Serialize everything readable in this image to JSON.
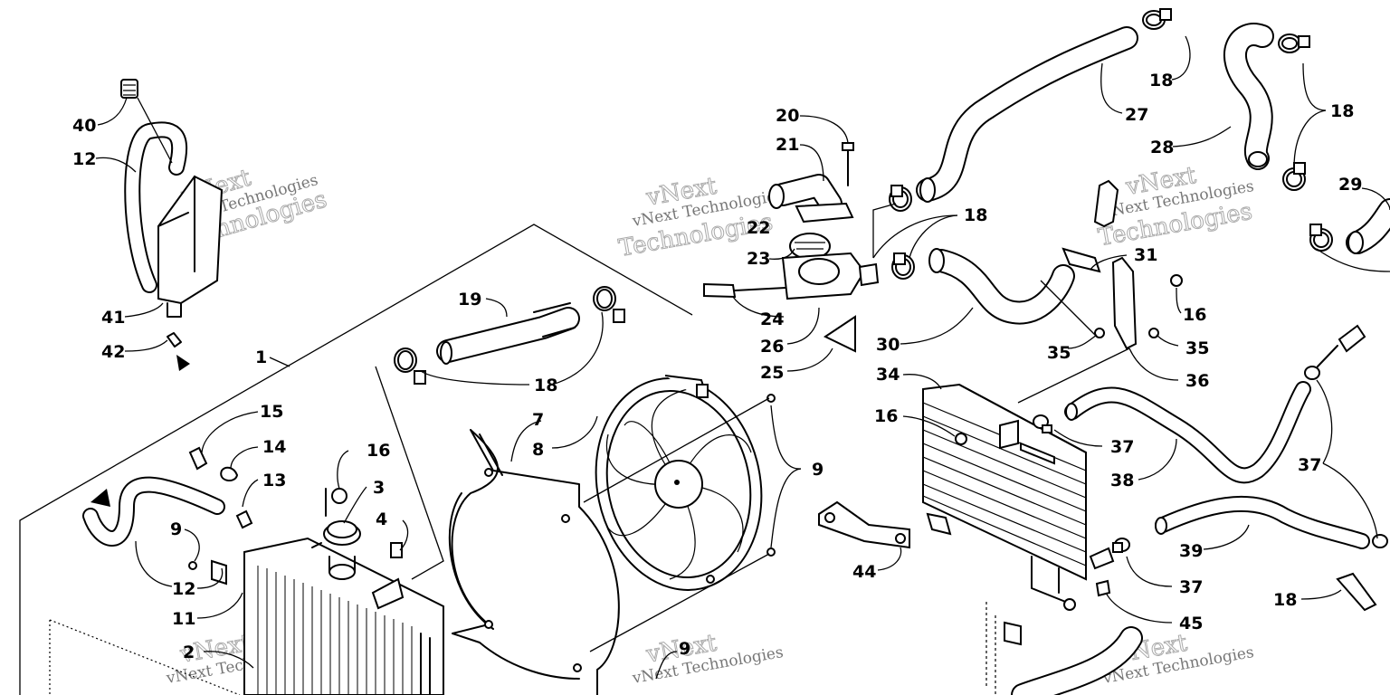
{
  "callouts": [
    {
      "id": "c40",
      "text": "40"
    },
    {
      "id": "c12a",
      "text": "12"
    },
    {
      "id": "c41",
      "text": "41"
    },
    {
      "id": "c42",
      "text": "42"
    },
    {
      "id": "c1",
      "text": "1"
    },
    {
      "id": "c15",
      "text": "15"
    },
    {
      "id": "c14",
      "text": "14"
    },
    {
      "id": "c13",
      "text": "13"
    },
    {
      "id": "c16a",
      "text": "16"
    },
    {
      "id": "c3",
      "text": "3"
    },
    {
      "id": "c4",
      "text": "4"
    },
    {
      "id": "c9a",
      "text": "9"
    },
    {
      "id": "c12b",
      "text": "12"
    },
    {
      "id": "c11",
      "text": "11"
    },
    {
      "id": "c2",
      "text": "2"
    },
    {
      "id": "c19",
      "text": "19"
    },
    {
      "id": "c18a",
      "text": "18"
    },
    {
      "id": "c7",
      "text": "7"
    },
    {
      "id": "c8",
      "text": "8"
    },
    {
      "id": "c9b",
      "text": "9"
    },
    {
      "id": "c9c",
      "text": "9"
    },
    {
      "id": "c20",
      "text": "20"
    },
    {
      "id": "c21",
      "text": "21"
    },
    {
      "id": "c22",
      "text": "22"
    },
    {
      "id": "c23",
      "text": "23"
    },
    {
      "id": "c24",
      "text": "24"
    },
    {
      "id": "c26",
      "text": "26"
    },
    {
      "id": "c25",
      "text": "25"
    },
    {
      "id": "c18b",
      "text": "18"
    },
    {
      "id": "c30",
      "text": "30"
    },
    {
      "id": "c18c",
      "text": "18"
    },
    {
      "id": "c27",
      "text": "27"
    },
    {
      "id": "c28",
      "text": "28"
    },
    {
      "id": "c18d",
      "text": "18"
    },
    {
      "id": "c29",
      "text": "29"
    },
    {
      "id": "c31",
      "text": "31"
    },
    {
      "id": "c16b",
      "text": "16"
    },
    {
      "id": "c35a",
      "text": "35"
    },
    {
      "id": "c35b",
      "text": "35"
    },
    {
      "id": "c36",
      "text": "36"
    },
    {
      "id": "c34",
      "text": "34"
    },
    {
      "id": "c16c",
      "text": "16"
    },
    {
      "id": "c37a",
      "text": "37"
    },
    {
      "id": "c38",
      "text": "38"
    },
    {
      "id": "c37b",
      "text": "37"
    },
    {
      "id": "c39",
      "text": "39"
    },
    {
      "id": "c37c",
      "text": "37"
    },
    {
      "id": "c45",
      "text": "45"
    },
    {
      "id": "c44",
      "text": "44"
    },
    {
      "id": "c18e",
      "text": "18"
    }
  ],
  "watermarks": {
    "text_small": "vNext Technologies",
    "text_top": "vNext",
    "text_bottom": "Technologies"
  }
}
